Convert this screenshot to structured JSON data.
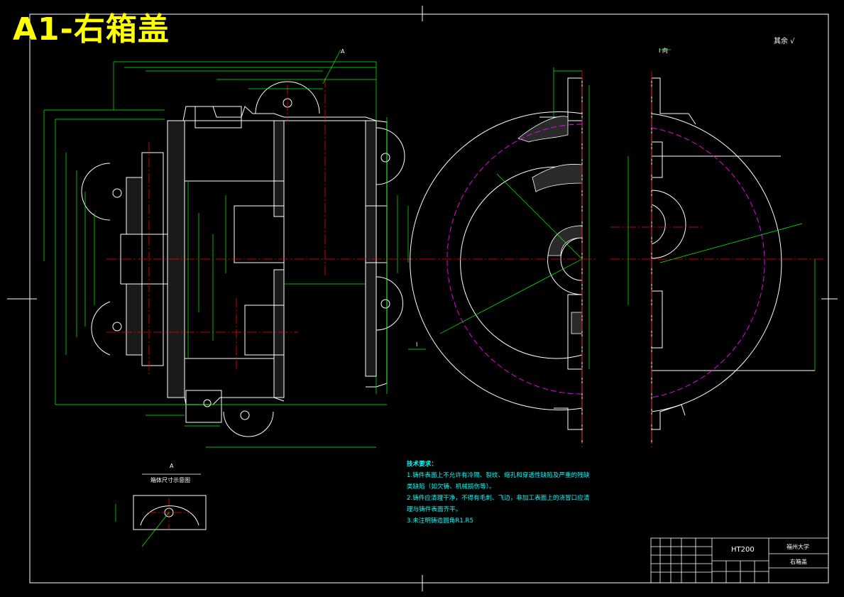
{
  "title": "A1-右箱盖",
  "roughness_note": "其余 √",
  "view_labels": {
    "section_arrow_top": "A",
    "detail_letter": "A",
    "detail_caption": "箱体尺寸示意图",
    "direction_top": "I 向",
    "direction_side": "I"
  },
  "tech_requirements": {
    "heading": "技术要求：",
    "lines": [
      "1.铸件表面上不允许有冷隔、裂纹、缩孔和穿透性缺陷及严重的残缺",
      "类缺陷（如欠铸、机械损伤等）。",
      "2.铸件应清理干净，不得有毛刺、飞边，非加工表面上的浇冒口应清",
      "理与铸件表面齐平。",
      "3.未注明铸造圆角R1.R5"
    ]
  },
  "title_block": {
    "material": "HT200",
    "school": "福州大学",
    "part_name": "右箱盖"
  },
  "colors": {
    "background": "#000000",
    "outline": "#ffffff",
    "dimension": "#00ff00",
    "centerline": "#ff0000",
    "hidden": "#ff00ff",
    "title_text": "#ffff00",
    "notes_text": "#00ffff"
  }
}
